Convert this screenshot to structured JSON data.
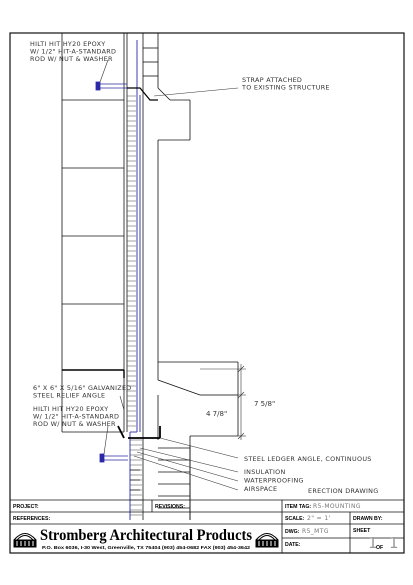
{
  "callouts": {
    "top_anchor": [
      "HILTI HIT HY20 EPOXY",
      "W/ 1/2\" HIT-A-STANDARD",
      "ROD W/ NUT & WASHER"
    ],
    "strap": [
      "STRAP ATTACHED",
      "TO EXISTING STRUCTURE"
    ],
    "relief_angle": [
      "6\" X 6\" X 5/16\" GALVANIZED",
      "STEEL RELIEF ANGLE"
    ],
    "bottom_anchor": [
      "HILTI HIT HY20 EPOXY",
      "W/ 1/2\" HIT-A-STANDARD",
      "ROD W/ NUT & WASHER"
    ],
    "ledger": "STEEL LEDGER ANGLE, CONTINUOUS",
    "layers": [
      "INSULATION",
      "WATERPROOFING",
      "AIRSPACE"
    ],
    "erection_drawing": "ERECTION DRAWING"
  },
  "dimensions": {
    "upper": "7 5/8\"",
    "lower": "4 7/8\""
  },
  "title_block": {
    "project_label": "PROJECT:",
    "revisions_label": "REVISIONS:",
    "references_label": "REFERENCES:",
    "item_tag_label": "ITEM TAG:",
    "item_tag_value": "R5-MOUNTING",
    "scale_label": "SCALE:",
    "scale_value": "2\" = 1'",
    "drawn_by_label": "DRAWN BY:",
    "dwg_label": "DWG:",
    "dwg_value": "R5_MTG",
    "sheet_label": "SHEET",
    "sheet_num": "1",
    "sheet_of_label": "OF",
    "sheet_total": "1",
    "date_label": "DATE:"
  },
  "company": {
    "name": "Stromberg Architectural Products",
    "address": "P.O. Box 6036, I-30 West, Greenville, TX 75404  (903) 454-0682  FAX (903) 454-3642"
  },
  "colors": {
    "line": "#111111",
    "accent": "#2a2aa8",
    "gray_text": "#777777"
  }
}
